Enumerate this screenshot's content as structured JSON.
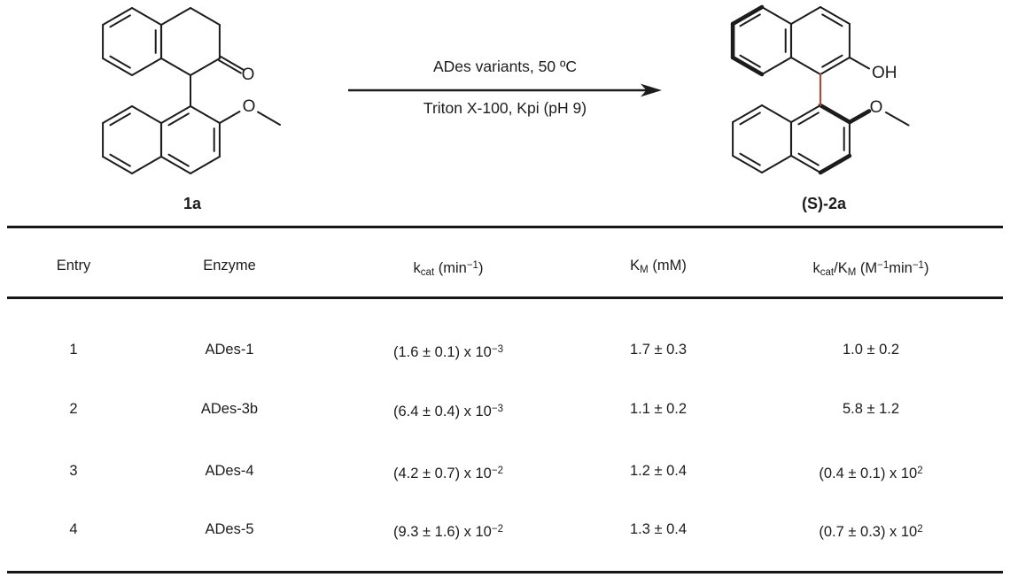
{
  "figure": {
    "scheme": {
      "reactant_label": "1a",
      "product_label": "(S)-2a",
      "conditions_line1": "ADes variants, 50 ºC",
      "conditions_line2": "Triton X-100, Kpi (pH 9)",
      "atoms": {
        "ketone_oxygen": "O",
        "methoxy_oxygen_reactant": "O",
        "hydroxyl_group": "OH",
        "methoxy_oxygen_product": "O"
      },
      "bond_color": "#1c1c1c",
      "axial_bond_highlight_color": "#A4503A"
    },
    "table": {
      "headers": {
        "entry": "Entry",
        "enzyme": "Enzyme",
        "kcat_html": "k<sub>cat</sub> (min<sup>−1</sup>)",
        "km_html": "K<sub>M</sub> (mM)",
        "efficiency_html": "k<sub>cat</sub>/K<sub>M</sub> (M<sup>−1</sup>min<sup>−1</sup>)"
      },
      "rows": [
        {
          "entry": "1",
          "enzyme": "ADes-1",
          "kcat_html": "(1.6 ± 0.1) x 10<sup>−3</sup>",
          "km": "1.7 ± 0.3",
          "efficiency_html": "1.0 ± 0.2"
        },
        {
          "entry": "2",
          "enzyme": "ADes-3b",
          "kcat_html": "(6.4 ± 0.4) x 10<sup>−3</sup>",
          "km": "1.1 ± 0.2",
          "efficiency_html": "5.8 ± 1.2"
        },
        {
          "entry": "3",
          "enzyme": "ADes-4",
          "kcat_html": "(4.2 ± 0.7) x 10<sup>−2</sup>",
          "km": "1.2 ± 0.4",
          "efficiency_html": "(0.4 ± 0.1) x 10<sup>2</sup>"
        },
        {
          "entry": "4",
          "enzyme": "ADes-5",
          "kcat_html": "(9.3 ± 1.6) x 10<sup>−2</sup>",
          "km": "1.3 ± 0.4",
          "efficiency_html": "(0.7 ± 0.3) x 10<sup>2</sup>"
        }
      ]
    }
  }
}
